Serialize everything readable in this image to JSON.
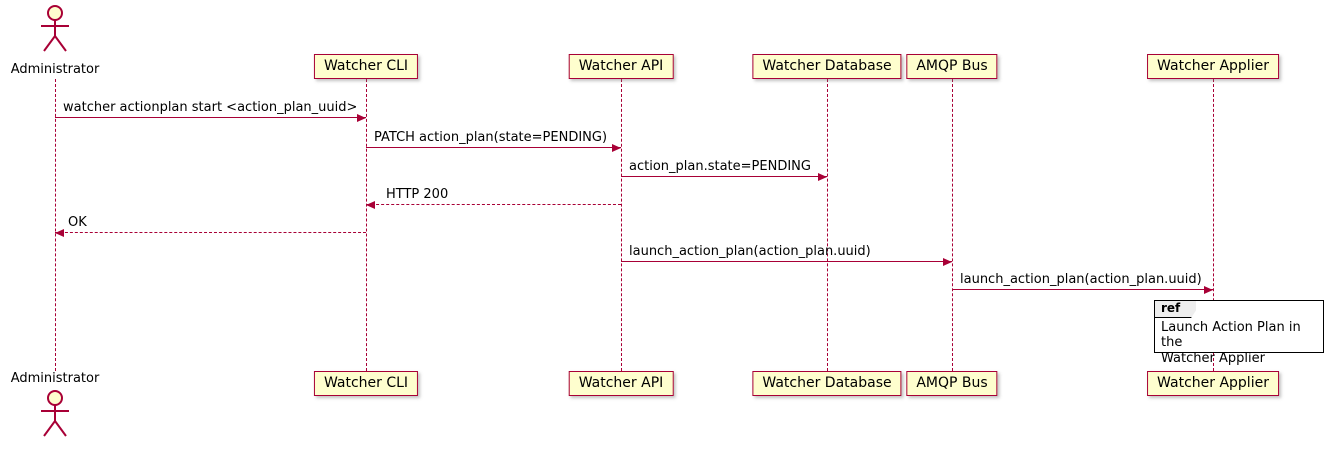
{
  "diagram": {
    "type": "sequence",
    "actor": {
      "name": "Administrator"
    },
    "participants": [
      {
        "name": "Watcher CLI"
      },
      {
        "name": "Watcher API"
      },
      {
        "name": "Watcher Database"
      },
      {
        "name": "AMQP Bus"
      },
      {
        "name": "Watcher Applier"
      }
    ],
    "messages": [
      {
        "from": "Administrator",
        "to": "Watcher CLI",
        "label": "watcher actionplan start <action_plan_uuid>",
        "line": "solid"
      },
      {
        "from": "Watcher CLI",
        "to": "Watcher API",
        "label": "PATCH action_plan(state=PENDING)",
        "line": "solid"
      },
      {
        "from": "Watcher API",
        "to": "Watcher Database",
        "label": "action_plan.state=PENDING",
        "line": "solid"
      },
      {
        "from": "Watcher API",
        "to": "Watcher CLI",
        "label": "HTTP 200",
        "line": "dashed"
      },
      {
        "from": "Watcher CLI",
        "to": "Administrator",
        "label": "OK",
        "line": "dashed"
      },
      {
        "from": "Watcher API",
        "to": "AMQP Bus",
        "label": "launch_action_plan(action_plan.uuid)",
        "line": "solid"
      },
      {
        "from": "AMQP Bus",
        "to": "Watcher Applier",
        "label": "launch_action_plan(action_plan.uuid)",
        "line": "solid"
      }
    ],
    "ref": {
      "keyword": "ref",
      "line1": "Launch Action Plan in the",
      "line2": "Watcher Applier"
    },
    "colors": {
      "participant_fill": "#FEFECE",
      "participant_border": "#A80036",
      "arrow": "#A80036",
      "frame_border": "#000000"
    }
  }
}
